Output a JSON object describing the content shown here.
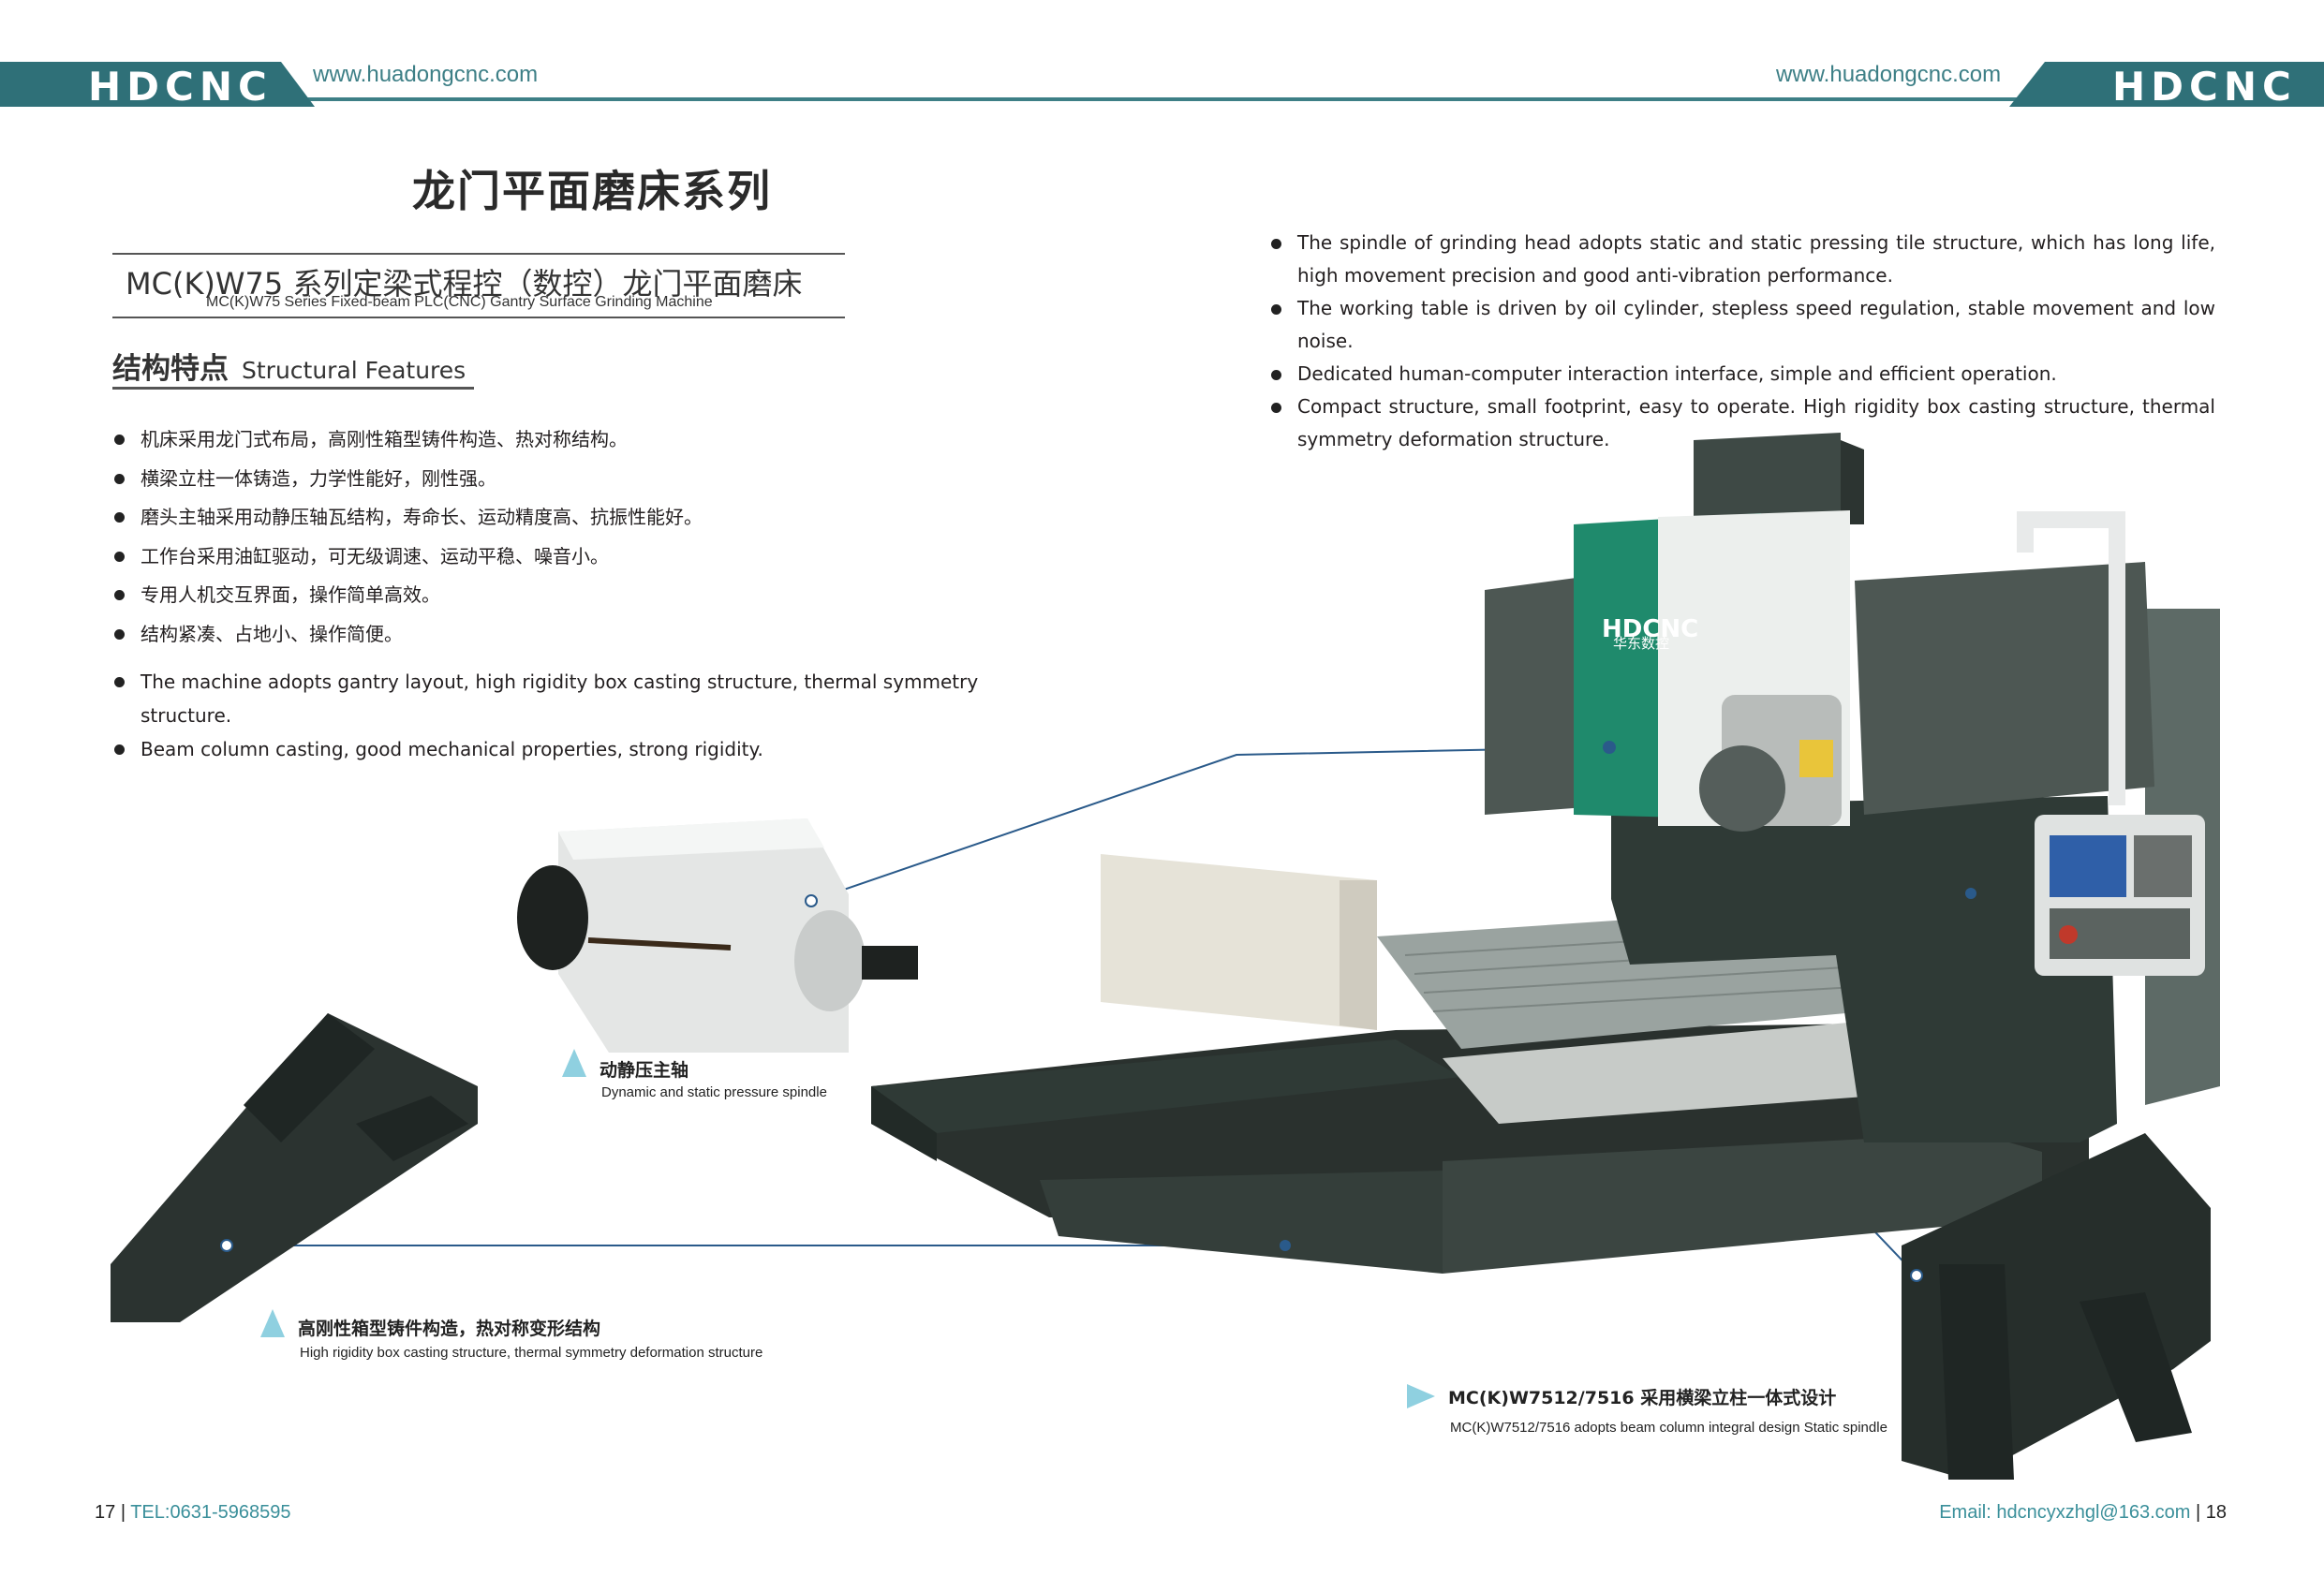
{
  "header": {
    "logo_left": "HDCNC",
    "logo_right": "HDCNC",
    "url_left": "www.huadongcnc.com",
    "url_right": "www.huadongcnc.com"
  },
  "page_title": "龙门平面磨床系列",
  "model": {
    "title": "MC(K)W75 系列定梁式程控（数控）龙门平面磨床",
    "subtitle": "MC(K)W75 Series Fixed-beam PLC(CNC) Gantry Surface Grinding Machine"
  },
  "features_heading": {
    "cn": "结构特点",
    "en": "Structural Features"
  },
  "features_cn": [
    "机床采用龙门式布局，高刚性箱型铸件构造、热对称结构。",
    "横梁立柱一体铸造，力学性能好，刚性强。",
    "磨头主轴采用动静压轴瓦结构，寿命长、运动精度高、抗振性能好。",
    "工作台采用油缸驱动，可无级调速、运动平稳、噪音小。",
    "专用人机交互界面，操作简单高效。",
    "结构紧凑、占地小、操作简便。"
  ],
  "features_en": [
    "The machine adopts gantry layout, high rigidity box casting structure, thermal symmetry structure.",
    "Beam column casting, good mechanical properties, strong rigidity."
  ],
  "features_en_right": [
    "The spindle of grinding head adopts static and static pressing tile structure, which has long life, high movement precision and good anti-vibration performance.",
    "The working table is driven by oil cylinder, stepless speed regulation, stable movement and low noise.",
    "Dedicated human-computer interaction interface, simple and efficient operation.",
    "Compact structure, small footprint, easy to operate. High rigidity box casting structure, thermal symmetry deformation structure."
  ],
  "machine_logo": {
    "brand": "HDCNC",
    "cn": "华东数控"
  },
  "callouts": {
    "spindle": {
      "cn": "动静压主轴",
      "en": "Dynamic and static pressure spindle"
    },
    "casting": {
      "cn": "高刚性箱型铸件构造，热对称变形结构",
      "en": "High rigidity box casting structure, thermal symmetry deformation structure"
    },
    "beam": {
      "cn": "MC(K)W7512/7516 采用横梁立柱一体式设计",
      "en": "MC(K)W7512/7516 adopts beam column integral design Static spindle"
    }
  },
  "footer": {
    "left_page": "17",
    "tel": "TEL:0631-5968595",
    "email": "Email: hdcncyxzhgl@163.com",
    "right_page": "18",
    "sep": "|"
  },
  "colors": {
    "teal": "#2f7078",
    "accent": "#3a8f9a",
    "machine_dark": "#2f3a36",
    "machine_green": "#1f8a6c"
  }
}
